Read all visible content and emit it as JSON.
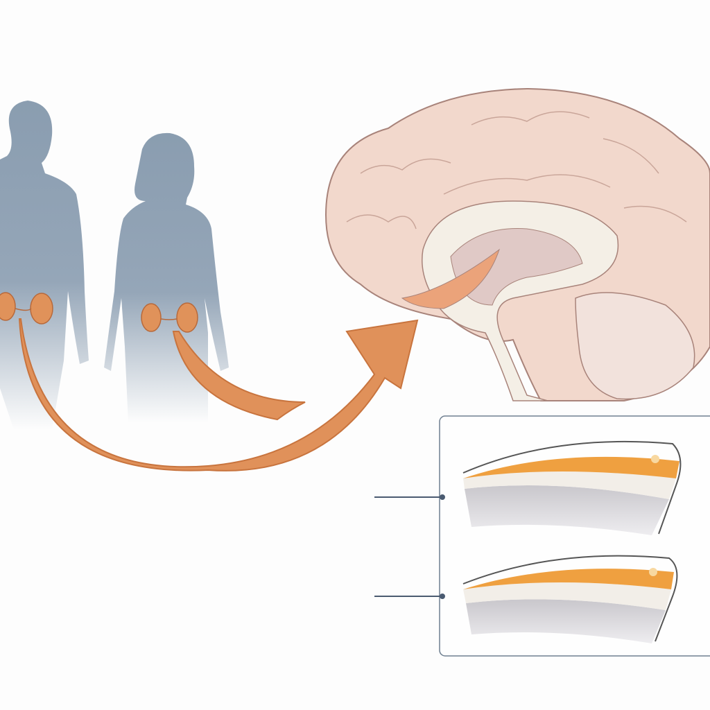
{
  "colors": {
    "background": "#fdfdfd",
    "silhouette": "#8a9db0",
    "kidney": "#e0925a",
    "arrow": "#e0915a",
    "arrow_stroke": "#c8743e",
    "brain": "#f2d8cc",
    "brain_stroke": "#a8837a",
    "inset_border": "#6f7f90",
    "layer_orange": "#efa040",
    "layer_white": "#f2eee8",
    "layer_gray": "#d6d4d8"
  },
  "icons": [
    "male-silhouette",
    "female-silhouette",
    "kidney-icon",
    "curved-arrow",
    "brain-sagittal",
    "tissue-cross-section"
  ]
}
